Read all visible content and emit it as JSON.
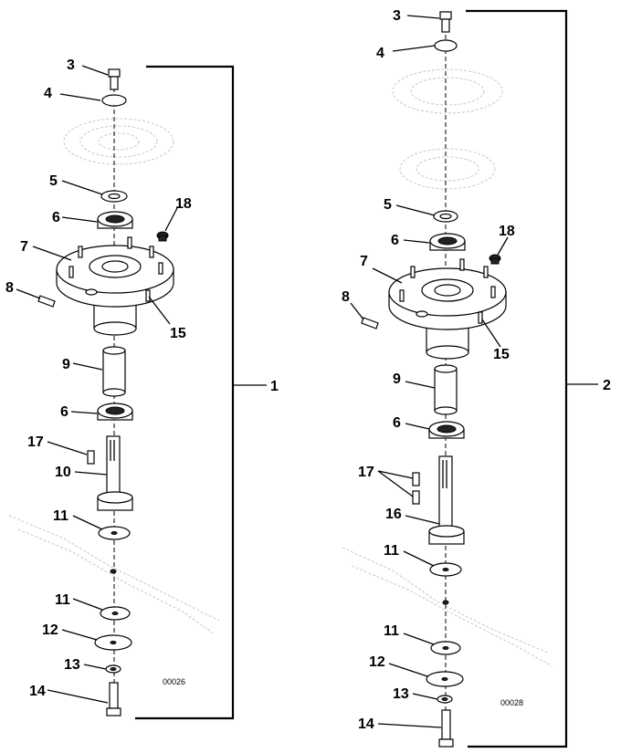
{
  "left_assembly": {
    "assembly_ref": "1",
    "figure_code": "00026",
    "callouts": {
      "p3": "3",
      "p4": "4",
      "p5": "5",
      "p6a": "6",
      "p18": "18",
      "p7": "7",
      "p8": "8",
      "p15": "15",
      "p9": "9",
      "p6b": "6",
      "p17": "17",
      "p10": "10",
      "p11a": "11",
      "p11b": "11",
      "p12": "12",
      "p13": "13",
      "p14": "14"
    }
  },
  "right_assembly": {
    "assembly_ref": "2",
    "figure_code": "00028",
    "callouts": {
      "p3": "3",
      "p4": "4",
      "p5": "5",
      "p6a": "6",
      "p18": "18",
      "p7": "7",
      "p8": "8",
      "p15": "15",
      "p9": "9",
      "p6b": "6",
      "p17": "17",
      "p16": "16",
      "p11a": "11",
      "p11b": "11",
      "p12": "12",
      "p13": "13",
      "p14": "14"
    }
  }
}
